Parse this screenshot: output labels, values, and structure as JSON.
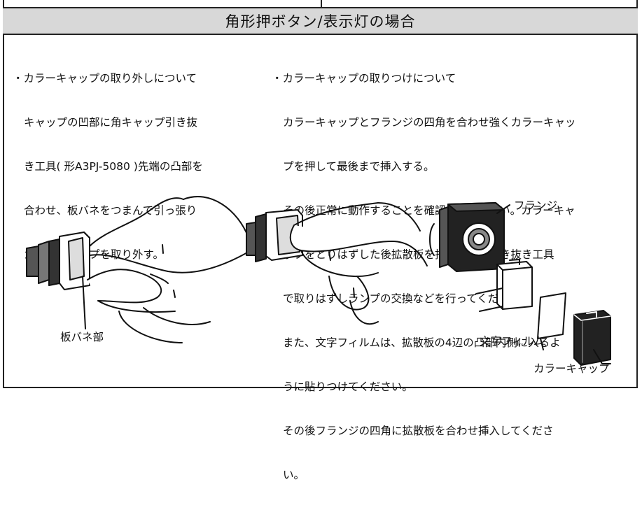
{
  "header": {
    "title": "角形押ボタン/表示灯の場合"
  },
  "left_text": {
    "lines": [
      "・カラーキャップの取り外しについて",
      "キャップの凹部に角キャップ引き抜",
      "き工具( 形A3PJ-5080 )先端の凸部を",
      "合わせ、板バネをつまんで引っ張り",
      "カラーキャップを取り外す。"
    ]
  },
  "right_text": {
    "lines": [
      "・カラーキャップの取りつけについて",
      "カラーキャップとフランジの四角を合わせ強くカラーキャッ",
      "プを押して最後まで挿入する。",
      "その後正常に動作することを確認してください。カラーキャ",
      "ップをとりはずした後拡散板を指もしくは引き抜き工具",
      "で取りはずしランプの交換などを行ってください。",
      "また、文字フィルムは、拡散板の4辺の凸部内側に入るよ",
      "うに貼りつけてください。",
      "その後フランジの四角に拡散板を合わせ挿入してくださ",
      "い。"
    ]
  },
  "labels": {
    "leaf_spring": "板バネ部",
    "flange": "フランジ",
    "film": "文字フィルム",
    "color_cap": "カラーキャップ"
  }
}
